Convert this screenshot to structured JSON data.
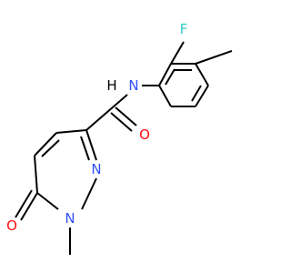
{
  "molecule": {
    "atoms": {
      "F": {
        "text": "F",
        "color": "#33cccc"
      },
      "N_amide": {
        "text": "N",
        "color": "#3050f8"
      },
      "H_amide": {
        "text": "H",
        "color": "#000000"
      },
      "O_amide": {
        "text": "O",
        "color": "#ff0d0d"
      },
      "N_ring_2": {
        "text": "N",
        "color": "#3050f8"
      },
      "N_ring_1": {
        "text": "N",
        "color": "#3050f8"
      },
      "O_ring": {
        "text": "O",
        "color": "#ff0d0d"
      }
    }
  }
}
